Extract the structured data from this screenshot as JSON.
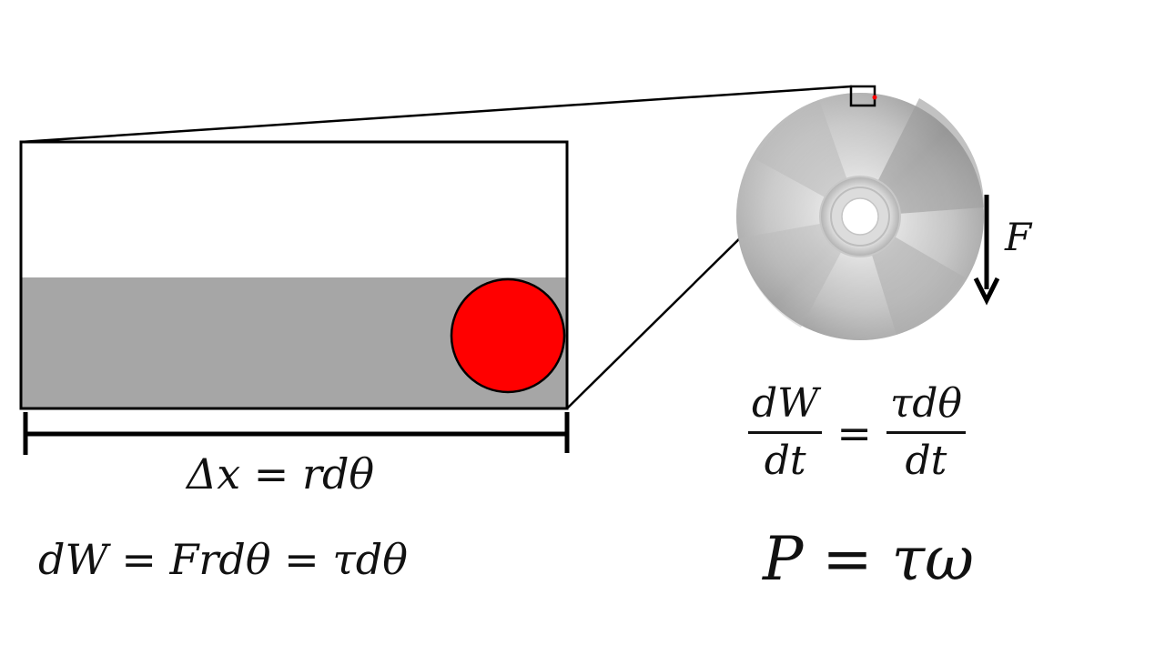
{
  "equations": {
    "delta_x": "Δx = rdθ",
    "work": "dW = Frdθ = τdθ",
    "power": "P = τω",
    "rate": {
      "lhs_num": "dW",
      "lhs_den": "dt",
      "eq": "=",
      "rhs_num": "τdθ",
      "rhs_den": "dt"
    }
  },
  "labels": {
    "force": "F"
  },
  "colors": {
    "strip_gray": "#a6a6a6",
    "ball_red": "#ff0000",
    "outline": "#000000",
    "disc_light": "#f2f2f2",
    "disc_dark": "#8c8c8c"
  },
  "icons": {
    "disc": "cd-disc-icon",
    "force_arrow": "arrow-down-icon"
  }
}
